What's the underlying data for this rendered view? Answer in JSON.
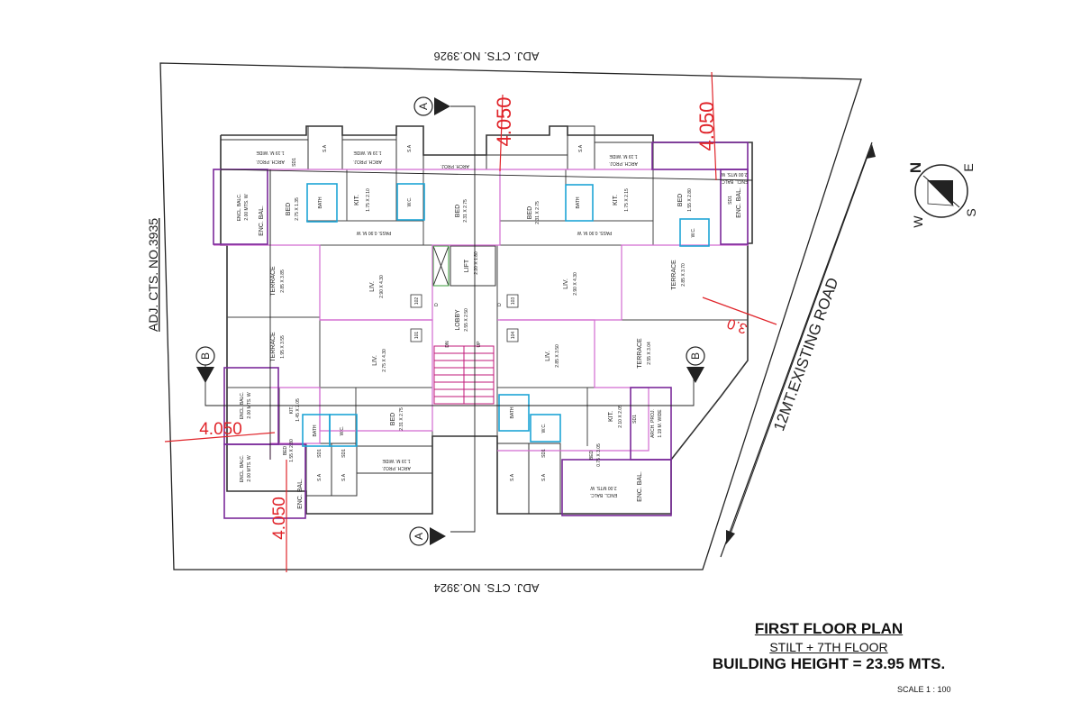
{
  "adjacent": {
    "top": "ADJ. CTS. NO.3926",
    "bottom": "ADJ. CTS. NO.3924",
    "left": "ADJ. CTS. NO.3935",
    "road": "12MT.EXISTING ROAD"
  },
  "compass": {
    "n": "N",
    "e": "E",
    "s": "S",
    "w": "W"
  },
  "section_markers": {
    "a": "A",
    "b": "B"
  },
  "dimensions": {
    "top_left_setback": "4.050",
    "top_right_setback": "4.050",
    "left_setback": "4.050",
    "bottom_setback": "4.050",
    "road_setback": "3.0"
  },
  "title_block": {
    "title": "FIRST FLOOR PLAN",
    "subtitle": "STILT + 7TH FLOOR",
    "height": "BUILDING HEIGHT = 23.95 MTS.",
    "scale": "SCALE 1 : 100"
  },
  "rooms": {
    "bed_tl": "BED",
    "bed_tl_dim": "2.75 X 1.35",
    "bed_tc": "BED",
    "bed_tc_dim": "2.31 X 2.75",
    "bed_tr1": "BED",
    "bed_tr1_dim": "2.31 X 2.75",
    "bed_tr2": "BED",
    "bed_tr2_dim": "1.55 X 2.80",
    "bed_bc": "BED",
    "bed_bc_dim": "2.31 X 2.75",
    "bed_bl": "BED",
    "bed_bl_dim": "1.55 X 2.80",
    "bed_br": "BED",
    "bed_br_dim": "0.75 X 3.05",
    "kit_tl": "KIT.",
    "kit_tl_dim": "1.75 X 2.10",
    "kit_tr": "KIT.",
    "kit_tr_dim": "1.75 X 2.15",
    "kit_bl": "KIT.",
    "kit_bl_dim": "1.45 X 2.05",
    "kit_br": "KIT.",
    "kit_br_dim": "2.10 X 2.05",
    "liv_tl": "LIV.",
    "liv_tl_dim": "2.90 X 4.30",
    "liv_tr": "LIV.",
    "liv_tr_dim": "2.90 X 4.30",
    "liv_bl": "LIV.",
    "liv_bl_dim": "2.75 X 4.30",
    "liv_br": "LIV.",
    "liv_br_dim": "2.85 X 3.50",
    "terrace_l1": "TERRACE",
    "terrace_l1_dim": "2.85 X 3.85",
    "terrace_l2": "TERRACE",
    "terrace_l2_dim": "1.95 X 3.55",
    "terrace_r1": "TERRACE",
    "terrace_r1_dim": "2.85 X 3.70",
    "terrace_r2": "TERRACE",
    "terrace_r2_dim": "2.55 X 3.04",
    "lobby": "LOBBY",
    "lobby_dim": "2.55 X 2.50",
    "lift": "LIFT",
    "lift_dim": "2.20 X 1.80",
    "bath": "BATH",
    "wc": "W.C.",
    "pass_l": "PASS. 0.90 M. W",
    "pass_r": "PASS. 0.90 M. W",
    "encl_balc": "ENCL. BALC.",
    "encl_balc_dim": "2.00 MTS. W",
    "arch_proj": "ARCH. PROJ.",
    "arch_proj_dim": "1.19 M. WIDE",
    "sa": "S.A",
    "sd": "SD1",
    "enc_bal": "ENC. BAL.",
    "flat_101": "101",
    "flat_102": "102",
    "flat_103": "103",
    "flat_104": "104",
    "up": "UP",
    "dn": "DN",
    "door": "D"
  }
}
